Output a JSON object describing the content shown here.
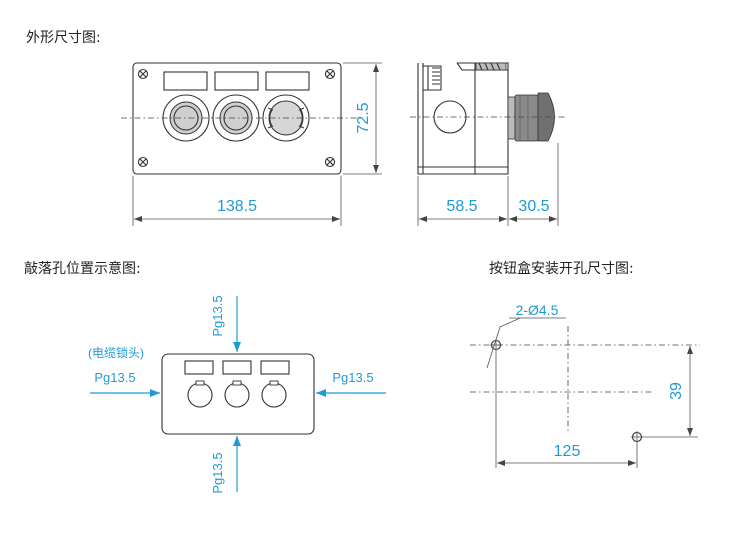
{
  "sections": {
    "outline_title": "外形尺寸图:",
    "knockout_title": "敲落孔位置示意图:",
    "mounting_title": "按钮盒安装开孔尺寸图:"
  },
  "outline": {
    "width_dim": "138.5",
    "height_dim": "72.5",
    "depth_dim": "58.5",
    "button_dim": "30.5"
  },
  "knockout": {
    "cable_lock_note": "(电缆锁头)",
    "top_label": "Pg13.5",
    "bottom_label": "Pg13.5",
    "left_label": "Pg13.5",
    "right_label": "Pg13.5"
  },
  "mounting": {
    "hole_spec": "2-Ø4.5",
    "horizontal_dim": "125",
    "vertical_dim": "39"
  },
  "colors": {
    "dimension_text": "#1e9bd7",
    "arrow": "#1e9bd7",
    "line": "#333333"
  }
}
